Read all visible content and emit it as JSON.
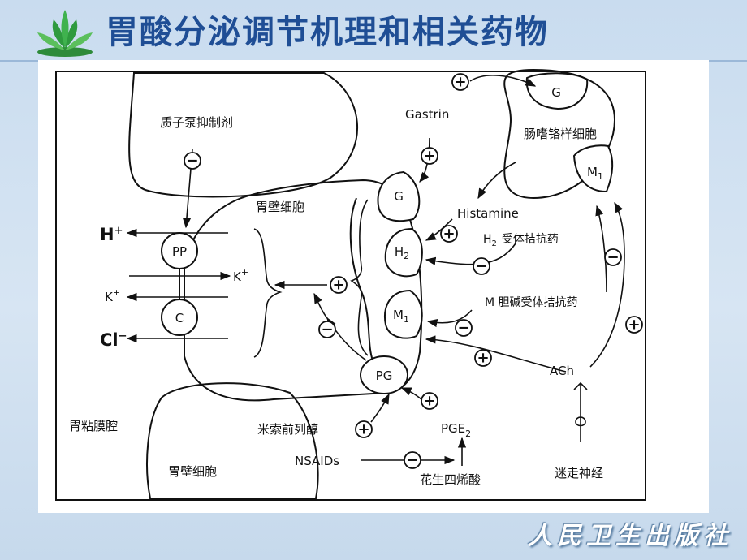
{
  "slide": {
    "title": "胃酸分泌调节机理和相关药物",
    "publisher": "人民卫生出版社"
  },
  "diagram": {
    "regions": {
      "parietal_cell_top": "胃壁细胞",
      "parietal_cell_bottom": "胃壁细胞",
      "gastric_lumen": "胃粘膜腔",
      "ecl_cell": "肠嗜铬样细胞"
    },
    "receptors": {
      "G": "G",
      "H2": "H",
      "H2_sub": "2",
      "M1": "M",
      "M1_sub": "1",
      "ECL_G": "G",
      "ECL_M1": "M",
      "ECL_M1_sub": "1",
      "PG": "PG"
    },
    "pumps": {
      "PP": "PP",
      "C": "C"
    },
    "ions": {
      "H": "H",
      "H_sup": "+",
      "K_out": "K",
      "K_out_sup": "+",
      "K_in": "K",
      "K_in_sup": "+",
      "Cl": "Cl",
      "Cl_sup": "−"
    },
    "substances": {
      "gastrin": "Gastrin",
      "histamine": "Histamine",
      "ach": "ACh",
      "pge2": "PGE",
      "pge2_sub": "2",
      "nsaids": "NSAIDs",
      "arachidonic_acid": "花生四烯酸",
      "vagus": "迷走神经"
    },
    "drugs": {
      "ppi": "质子泵抑制剂",
      "h2_antagonist_prefix": "H",
      "h2_antagonist_sub": "2",
      "h2_antagonist_rest": "受体拮抗药",
      "m_antagonist": "M 胆碱受体拮抗药",
      "misoprostol": "米索前列醇"
    },
    "signs": {
      "plus": "+",
      "minus": "−"
    }
  }
}
